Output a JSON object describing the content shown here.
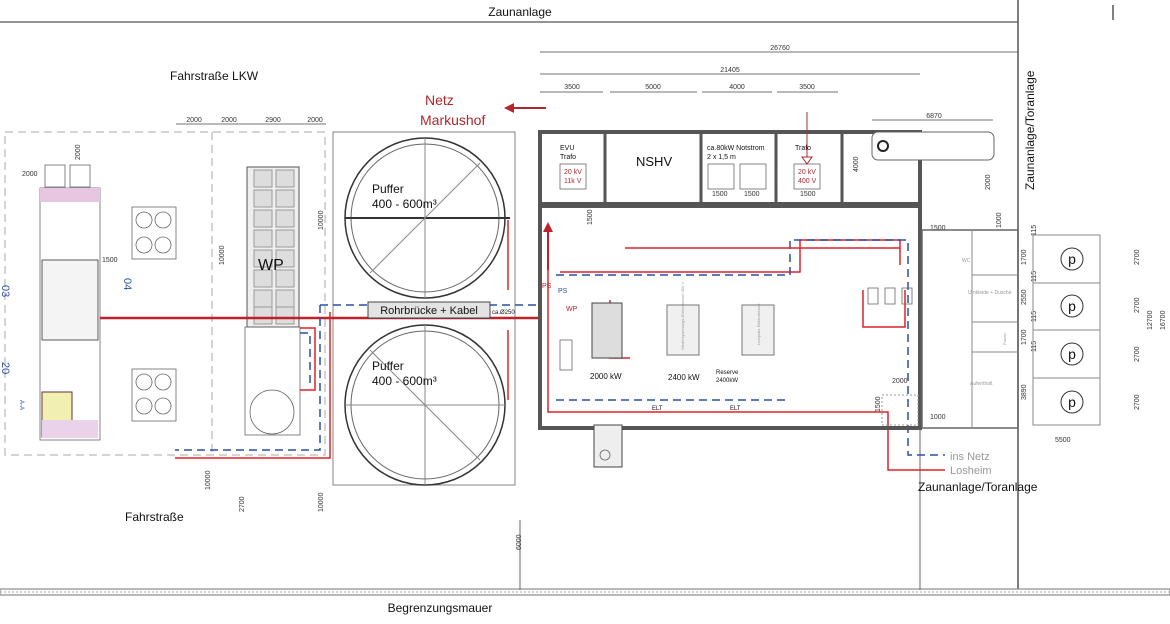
{
  "labels": {
    "fence_top": "Zaunanlage",
    "fence_right": "Zaunanlage/Toranlage",
    "fence_bottom_right": "Zaunanlage/Toranlage",
    "wall_bottom": "Begrenzungsmauer",
    "road_truck": "Fahrstraße LKW",
    "road": "Fahrstraße",
    "grid_netz_line1": "Netz",
    "grid_netz_line2": "Markushof",
    "grid_out_line1": "ins Netz",
    "grid_out_line2": "Losheim",
    "heat_pump": "WP",
    "buffer_top_line1": "Puffer",
    "buffer_top_line2": "400 - 600m³",
    "buffer_bottom_line1": "Puffer",
    "buffer_bottom_line2": "400 - 600m³",
    "pipe_bridge": "Rohrbrücke + Kabel",
    "pipe_dia": "ca.Ø250",
    "markers": [
      "03",
      "04",
      "20",
      "A-A"
    ]
  },
  "rooms": {
    "evu_trafo": {
      "line1": "EVU",
      "line2": "Trafo",
      "volt1": "20 kV",
      "volt2": "11k V"
    },
    "nshv": {
      "label": "NSHV"
    },
    "notstrom": {
      "line1": "ca.80kW Notstrom",
      "line2": "2 x 1,5 m"
    },
    "trafo": {
      "label": "Trafo",
      "volt1": "20 kV",
      "volt2": "400 V"
    },
    "wc": "WC",
    "umkleide": "Umkleide + Dusche",
    "putzen": "Putzen",
    "aufenthalt": "Aufenthalt"
  },
  "equipment": {
    "boiler_kw": "2000 kW",
    "e_boiler_kw": "2400 kW",
    "reserve_line1": "Reserve",
    "reserve_line2": "2400kW",
    "elt1": "ELT",
    "elt2": "ELT",
    "ps1": "PS",
    "ps2": "PS",
    "wp_tag": "WP",
    "e_boiler_label": "Niederspannungs-Elektrokessel 400 V",
    "reserve_label": "Leerplatz Elektrokessel"
  },
  "parking": [
    "p",
    "p",
    "p",
    "p"
  ],
  "dimensions": {
    "total_top": "26760",
    "building": "21405",
    "seg": [
      "3500",
      "5000",
      "4000",
      "3500"
    ],
    "tank": "6870",
    "left_top": [
      "2000",
      "2000",
      "2900",
      "2000"
    ],
    "misc": [
      "2000",
      "2000",
      "1500",
      "10000",
      "10000",
      "10000",
      "2700",
      "10000",
      "6000",
      "4000",
      "2000",
      "1500",
      "1500",
      "1500",
      "1500",
      "1000",
      "1500",
      "2000",
      "1500",
      "1000",
      "5500",
      "12700",
      "16700"
    ],
    "parking_rows": [
      "2700",
      "2700",
      "2700",
      "2700"
    ],
    "annex": [
      "1700",
      "2550",
      "1700",
      "3890",
      "115",
      "115",
      "115",
      "115"
    ]
  }
}
